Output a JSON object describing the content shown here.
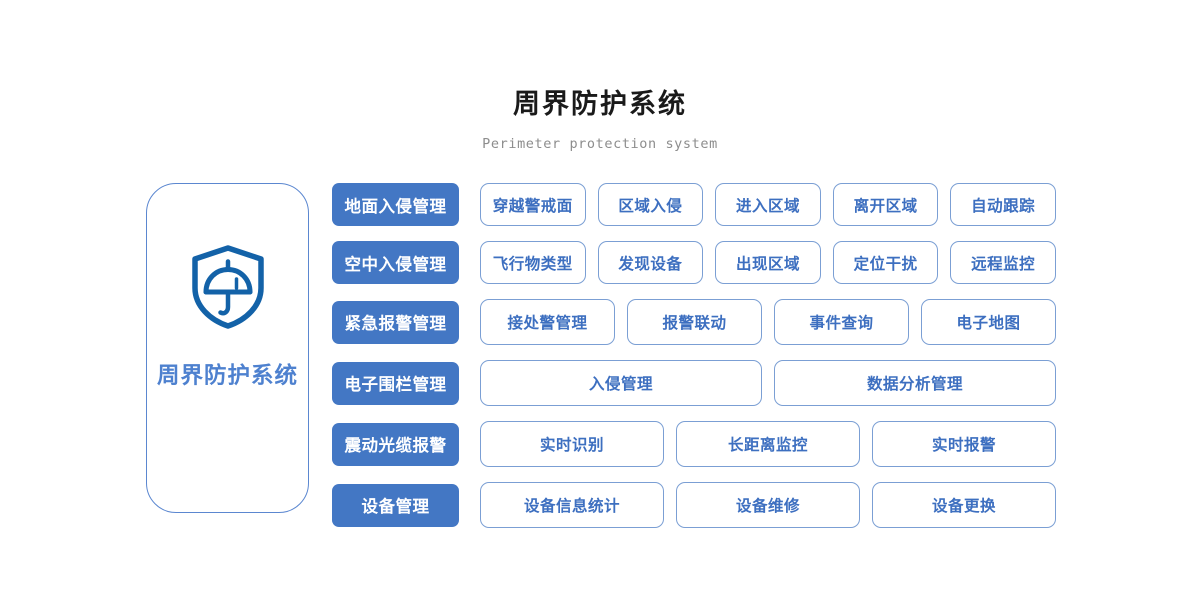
{
  "header": {
    "title": "周界防护系统",
    "subtitle": "Perimeter protection system"
  },
  "brand_card": {
    "icon": "shield-umbrella-icon",
    "label": "周界防护系统",
    "border_color": "#5b87d0",
    "label_color": "#4e81cf",
    "icon_color": "#1362a8"
  },
  "colors": {
    "category_bg": "#4377c4",
    "category_text": "#ffffff",
    "item_border": "#7b9fd4",
    "item_text": "#3d6fc0",
    "item_bg": "#ffffff",
    "title_text": "#1a1a1a",
    "subtitle_text": "#8d8d8d"
  },
  "rows": [
    {
      "category": "地面入侵管理",
      "items": [
        "穿越警戒面",
        "区域入侵",
        "进入区域",
        "离开区域",
        "自动跟踪"
      ]
    },
    {
      "category": "空中入侵管理",
      "items": [
        "飞行物类型",
        "发现设备",
        "出现区域",
        "定位干扰",
        "远程监控"
      ]
    },
    {
      "category": "紧急报警管理",
      "items": [
        "接处警管理",
        "报警联动",
        "事件查询",
        "电子地图"
      ]
    },
    {
      "category": "电子围栏管理",
      "items": [
        "入侵管理",
        "数据分析管理"
      ]
    },
    {
      "category": "震动光缆报警",
      "items": [
        "实时识别",
        "长距离监控",
        "实时报警"
      ]
    },
    {
      "category": "设备管理",
      "items": [
        "设备信息统计",
        "设备维修",
        "设备更换"
      ]
    }
  ]
}
